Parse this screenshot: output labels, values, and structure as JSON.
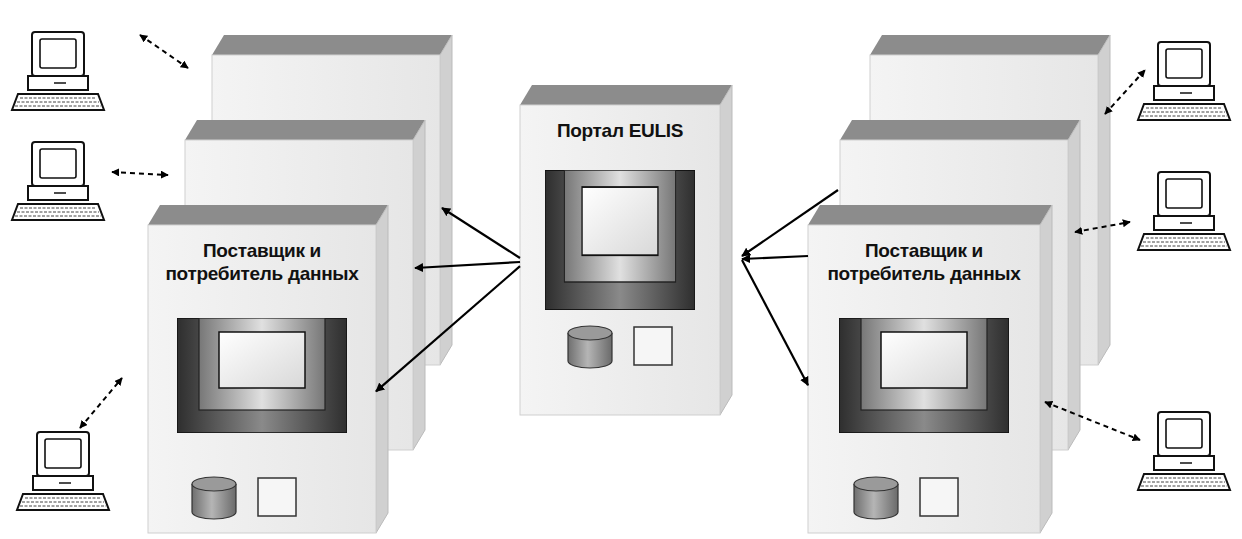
{
  "diagram": {
    "nodes": [
      {
        "text": [
          "Поставщик и потребитель данных"
        ]
      },
      {
        "text": [
          "Портал EULIS"
        ]
      },
      {
        "text": [
          "Поставщик и потребитель данных"
        ]
      }
    ],
    "edges": [
      {
        "from": 1,
        "to": 0,
        "arrow": "to"
      },
      {
        "from": 1,
        "to": 2,
        "arrow": "to"
      }
    ]
  }
}
